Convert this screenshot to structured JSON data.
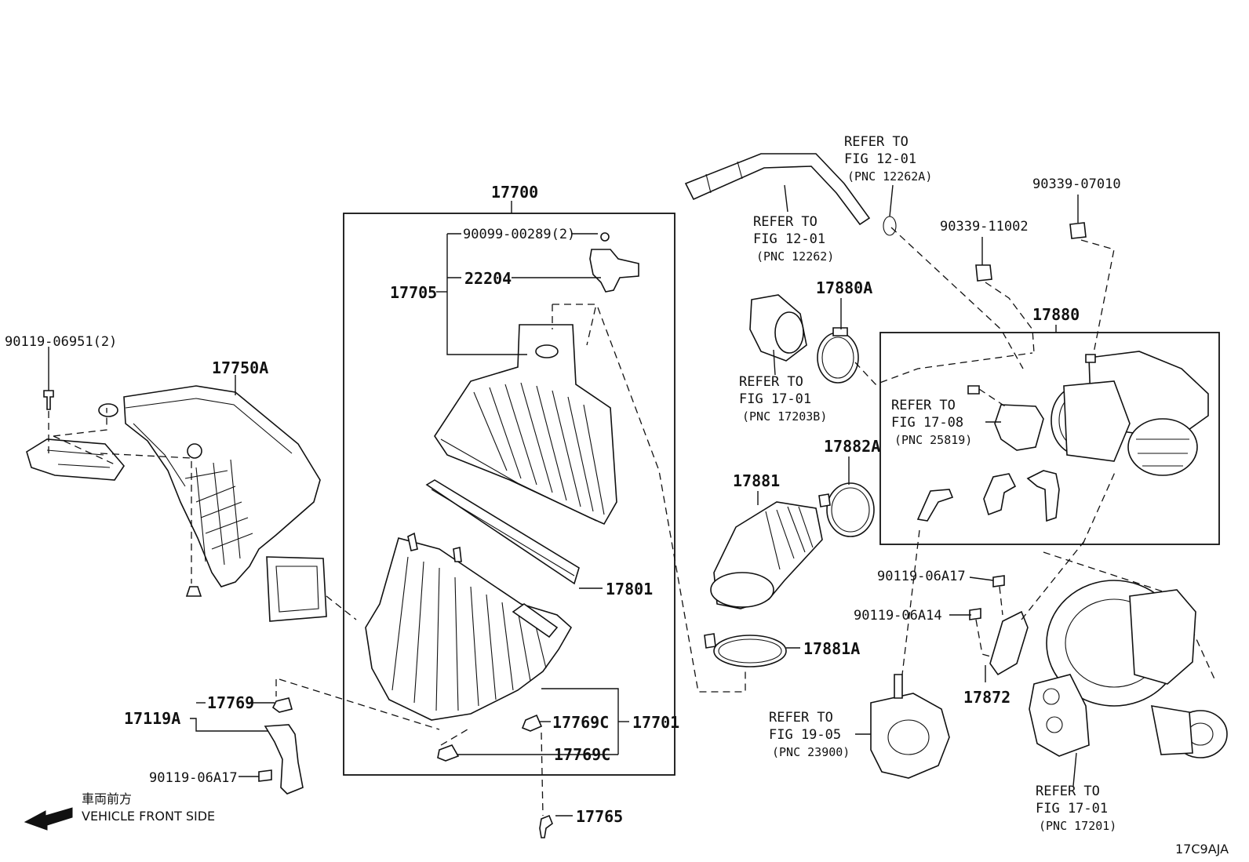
{
  "diagram": {
    "code": "17C9AJA",
    "direction": {
      "jp": "車両前方",
      "en": "VEHICLE FRONT SIDE"
    },
    "parts": {
      "p17700": "17700",
      "p90099": "90099-00289(2)",
      "p17705": "17705",
      "p22204": "22204",
      "p90119_06951": "90119-06951(2)",
      "p17750A": "17750A",
      "p17801": "17801",
      "p17769": "17769",
      "p17119A": "17119A",
      "p90119_06A17_left": "90119-06A17",
      "p17769C_1": "17769C",
      "p17769C_2": "17769C",
      "p17701": "17701",
      "p17765": "17765",
      "p17880A": "17880A",
      "p17880": "17880",
      "p90339_07010": "90339-07010",
      "p90339_11002": "90339-11002",
      "p17882A": "17882A",
      "p17881": "17881",
      "p17881A": "17881A",
      "p90119_06A17_right": "90119-06A17",
      "p90119_06A14": "90119-06A14",
      "p17872": "17872"
    },
    "refs": {
      "r1": {
        "l1": "REFER TO",
        "l2": "FIG 12-01",
        "l3": "(PNC 12262A)"
      },
      "r2": {
        "l1": "REFER TO",
        "l2": "FIG 12-01",
        "l3": "(PNC 12262)"
      },
      "r3": {
        "l1": "REFER TO",
        "l2": "FIG 17-01",
        "l3": "(PNC 17203B)"
      },
      "r4": {
        "l1": "REFER TO",
        "l2": "FIG 17-08",
        "l3": "(PNC 25819)"
      },
      "r5": {
        "l1": "REFER TO",
        "l2": "FIG 19-05",
        "l3": "(PNC 23900)"
      },
      "r6": {
        "l1": "REFER TO",
        "l2": "FIG 17-01",
        "l3": "(PNC 17201)"
      }
    }
  }
}
